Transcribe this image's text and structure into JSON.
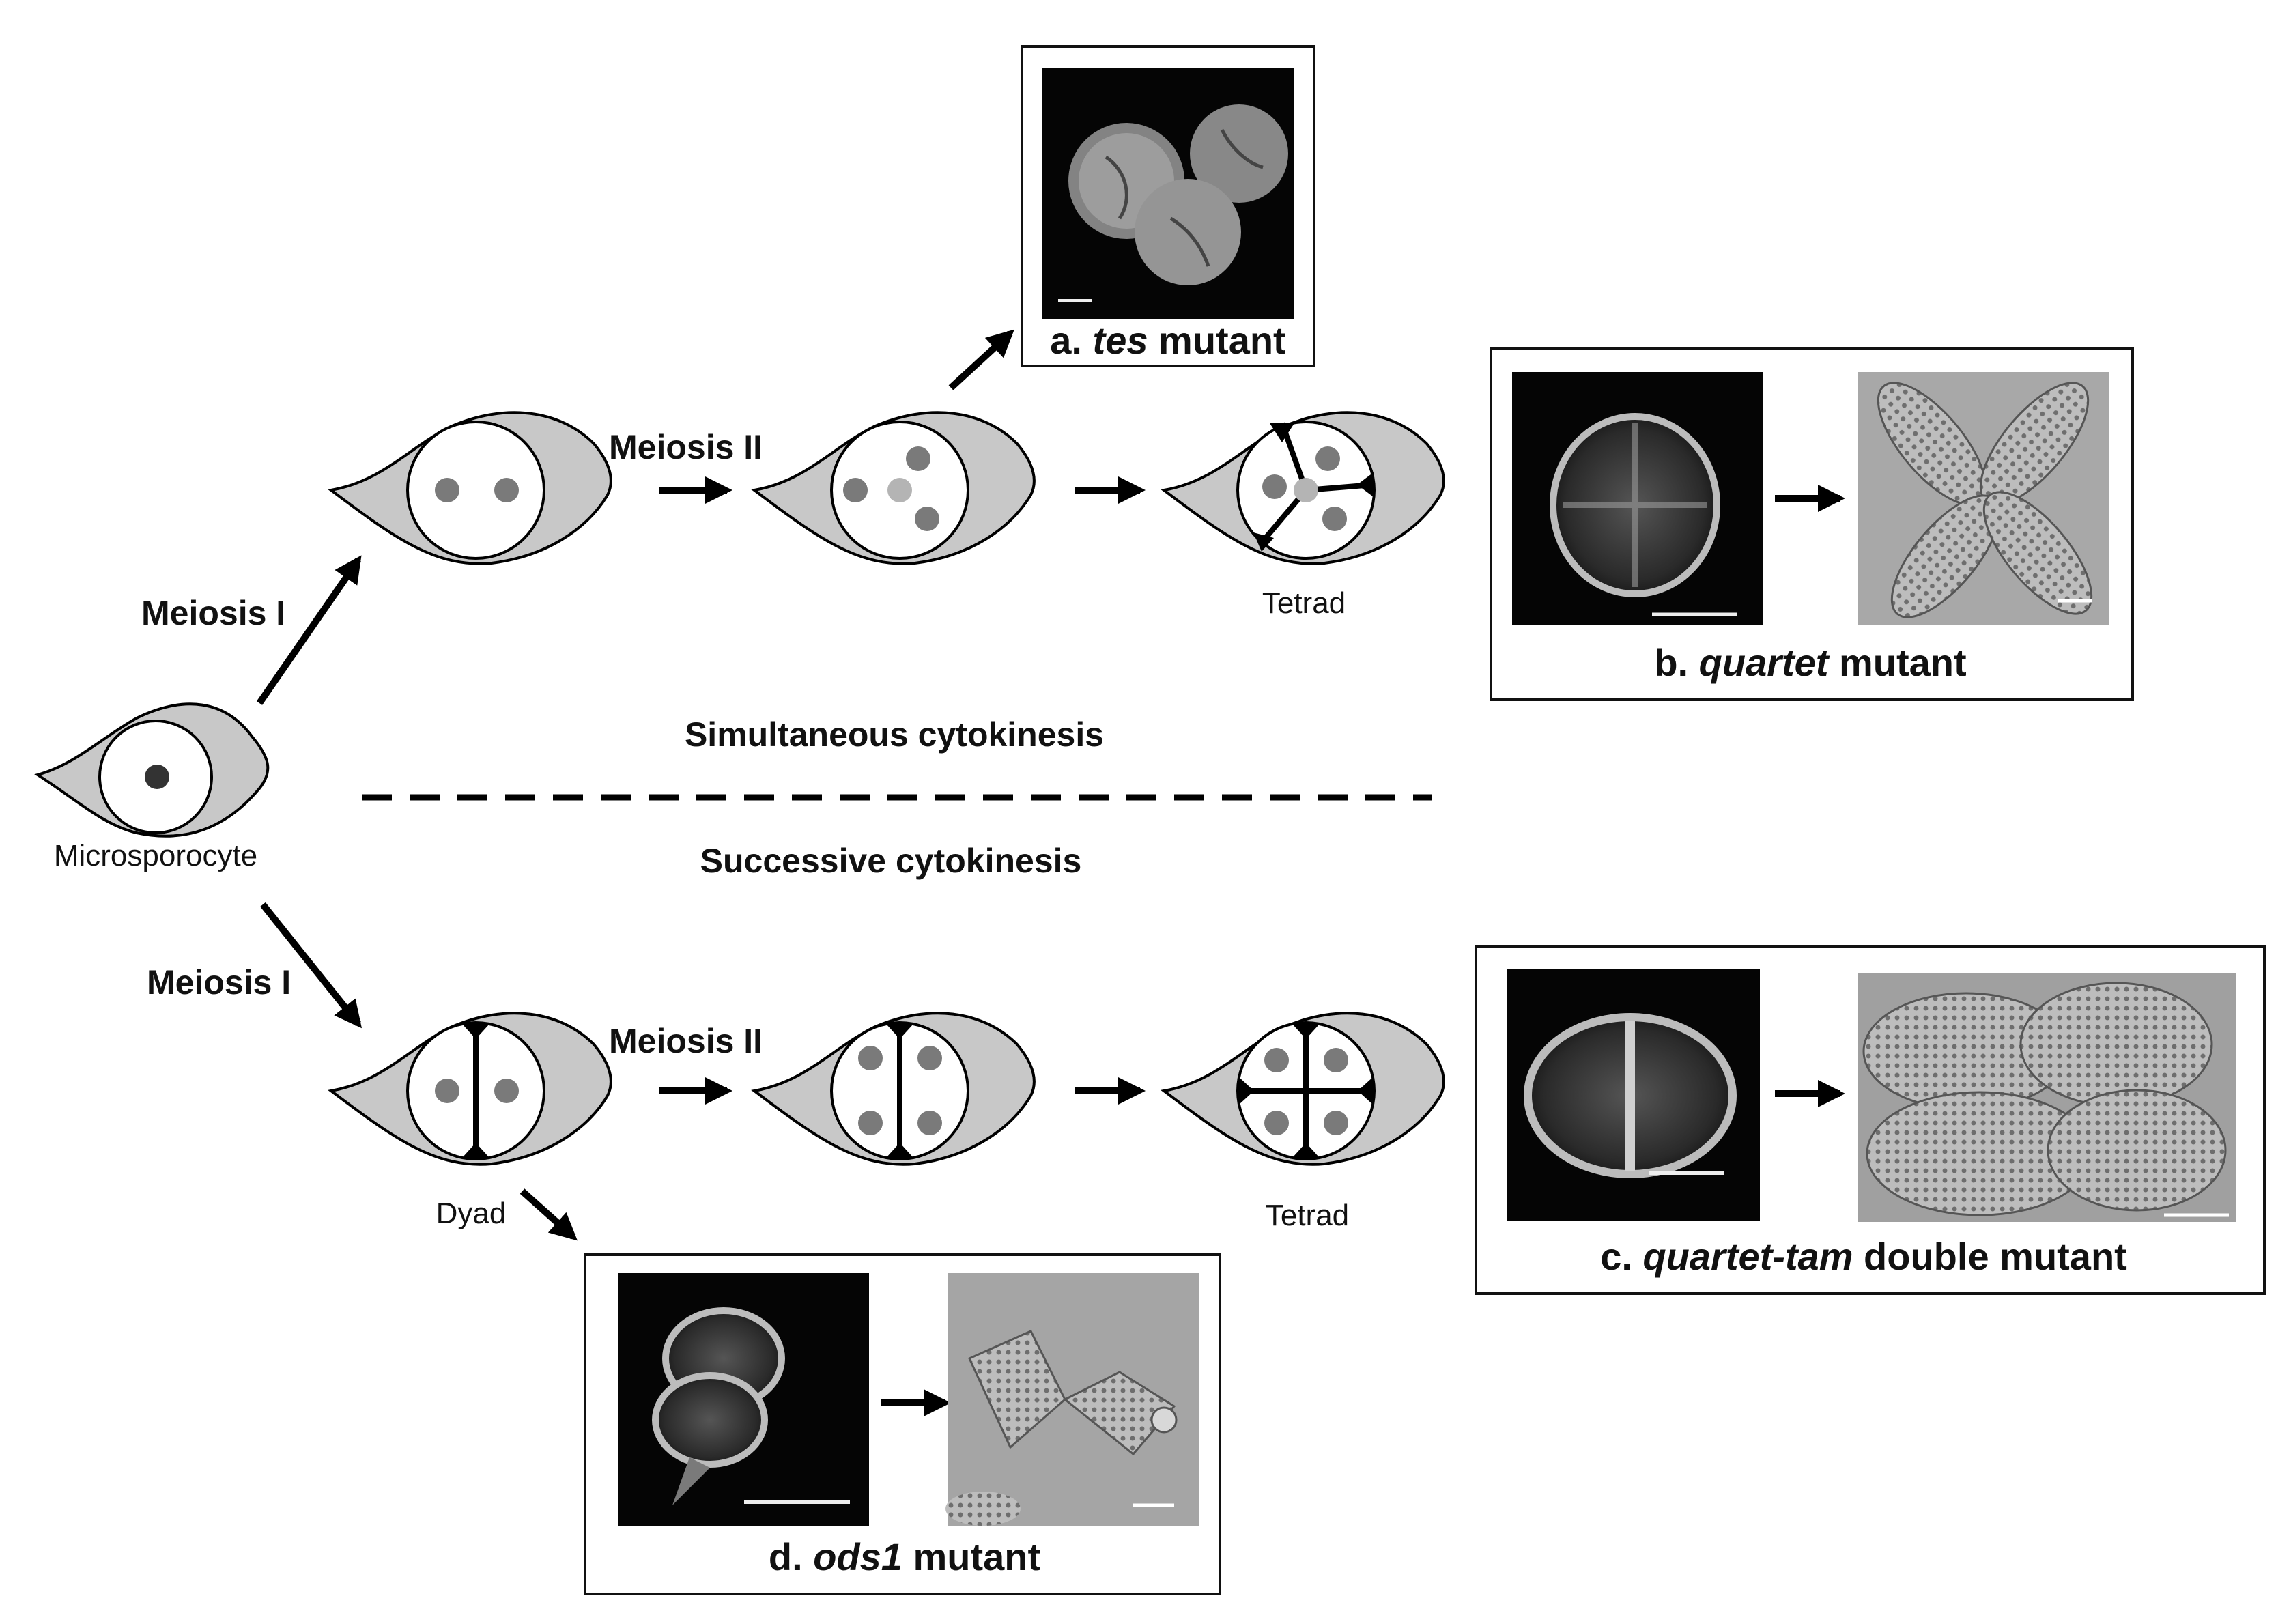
{
  "stage_labels": {
    "microsporocyte": "Microsporocyte",
    "tetrad_top": "Tetrad",
    "tetrad_bottom": "Tetrad",
    "dyad": "Dyad"
  },
  "step_labels": {
    "meiosis_i_top": "Meiosis I",
    "meiosis_i_bottom": "Meiosis I",
    "meiosis_ii_top": "Meiosis II",
    "meiosis_ii_bottom": "Meiosis II"
  },
  "pathways": {
    "simultaneous": "Simultaneous cytokinesis",
    "successive": "Successive cytokinesis"
  },
  "panels": {
    "a": {
      "prefix": "a. ",
      "gene": "tes",
      "suffix": " mutant"
    },
    "b": {
      "prefix": "b. ",
      "gene": "quartet",
      "suffix": " mutant"
    },
    "c": {
      "prefix": "c. ",
      "gene": "quartet-tam",
      "suffix": " double mutant"
    },
    "d": {
      "prefix": "d. ",
      "gene": "ods1",
      "suffix": " mutant"
    }
  },
  "colors": {
    "cell_fill": "#c8c8c8",
    "nucleus_dot": "#7a7a7a",
    "nucleus_dark": "#333333",
    "spindle_dot": "#b4b4b4",
    "wall": "#000000",
    "photo_dark": "#050505",
    "sem_gray": "#9a9a9a"
  }
}
